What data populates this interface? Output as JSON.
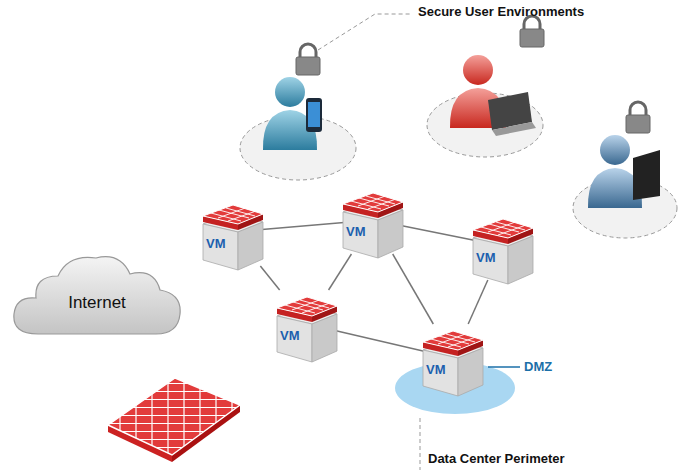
{
  "diagram": {
    "nodes": [
      {
        "text": [
          "VM"
        ]
      },
      {
        "text": [
          "VM"
        ]
      },
      {
        "text": [
          "VM"
        ]
      },
      {
        "text": [
          "Internet"
        ]
      },
      {
        "text": [
          "VM"
        ]
      },
      {
        "text": [
          "VM"
        ]
      }
    ],
    "edges": [
      {
        "from": 1,
        "to": 0,
        "arrow": "none"
      },
      {
        "from": 0,
        "to": 2,
        "arrow": "none"
      },
      {
        "from": 1,
        "to": 4,
        "arrow": "none"
      },
      {
        "from": 0,
        "to": 4,
        "arrow": "none"
      },
      {
        "from": 0,
        "to": 5,
        "arrow": "none"
      },
      {
        "from": 2,
        "to": 5,
        "arrow": "none"
      },
      {
        "from": 4,
        "to": 5,
        "arrow": "none"
      }
    ],
    "labels": [
      "Secure User Environments",
      "DMZ",
      "Data Center Perimeter"
    ]
  }
}
